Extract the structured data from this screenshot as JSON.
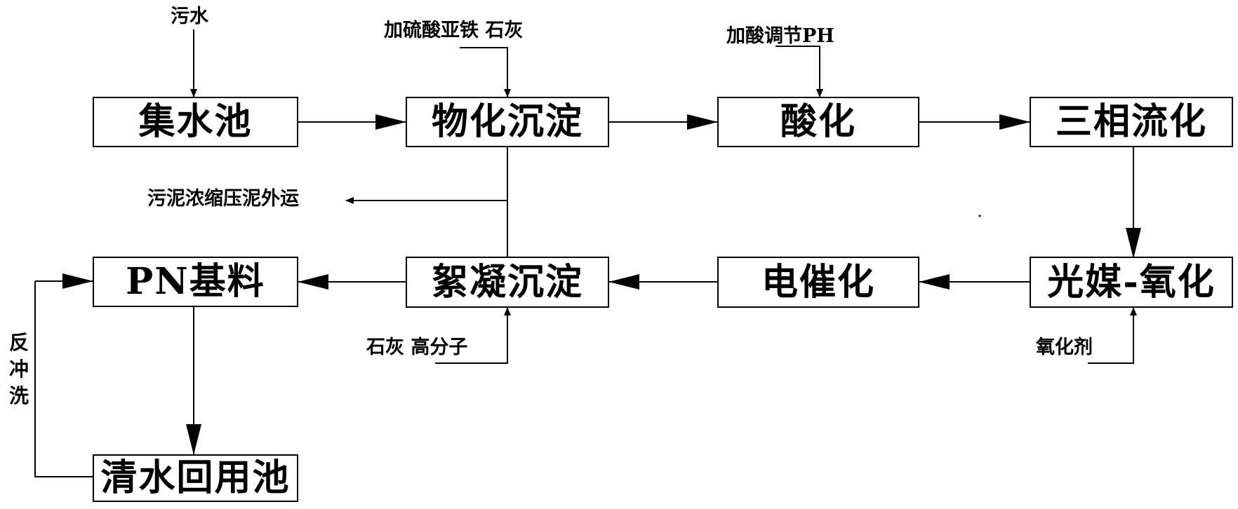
{
  "boxes": {
    "collect": "集水池",
    "physchem": "物化沉淀",
    "acidify": "酸化",
    "threephase": "三相流化",
    "photo": "光媒-氧化",
    "electro": "电催化",
    "floc": "絮凝沉淀",
    "pn": "PN基料",
    "reuse": "清水回用池"
  },
  "labels": {
    "wastewater": "污水",
    "ferrous_lime": "加硫酸亚铁 石灰",
    "acid_ph": "加酸调节PH",
    "sludge": "污泥浓缩压泥外运",
    "lime_polymer": "石灰 高分子",
    "oxidant": "氧化剂",
    "backwash_1": "反",
    "backwash_2": "冲",
    "backwash_3": "洗"
  }
}
